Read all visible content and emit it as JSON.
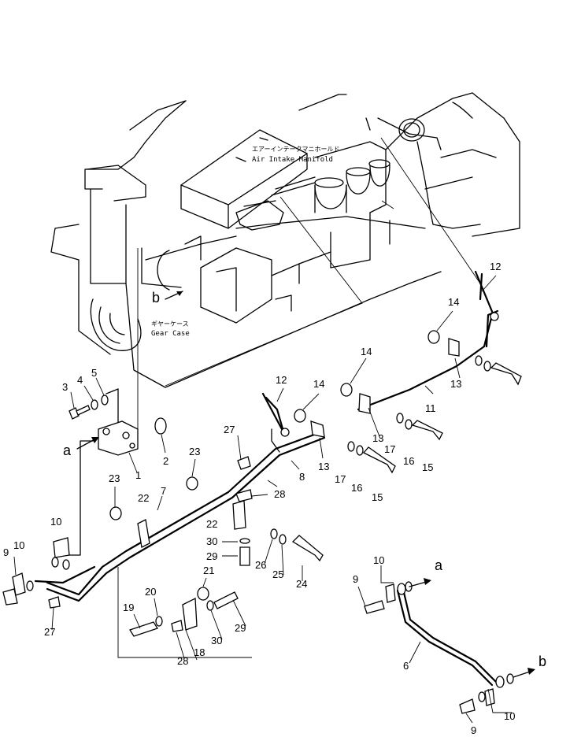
{
  "labels": {
    "air_intake_jp": "エアーインテークマニホールド",
    "air_intake_en": "Air Intake Manifold",
    "gear_case_jp": "ギヤーケース",
    "gear_case_en": "Gear Case",
    "ref_a": "a",
    "ref_b": "b"
  },
  "callouts": {
    "c1": "1",
    "c2": "2",
    "c3": "3",
    "c4": "4",
    "c5": "5",
    "c6": "6",
    "c7": "7",
    "c8": "8",
    "c9a": "9",
    "c9b": "9",
    "c9c": "9",
    "c10a": "10",
    "c10b": "10",
    "c10c": "10",
    "c10d": "10",
    "c11": "11",
    "c12a": "12",
    "c12b": "12",
    "c13a": "13",
    "c13b": "13",
    "c13c": "13",
    "c14a": "14",
    "c14b": "14",
    "c14c": "14",
    "c15a": "15",
    "c15b": "15",
    "c16a": "16",
    "c16b": "16",
    "c17a": "17",
    "c17b": "17",
    "c18": "18",
    "c19": "19",
    "c20": "20",
    "c21": "21",
    "c22a": "22",
    "c22b": "22",
    "c23a": "23",
    "c23b": "23",
    "c24": "24",
    "c25": "25",
    "c26": "26",
    "c27a": "27",
    "c27b": "27",
    "c28a": "28",
    "c28b": "28",
    "c29a": "29",
    "c29b": "29",
    "c30a": "30",
    "c30b": "30"
  },
  "colors": {
    "ink": "#000000",
    "paper": "#ffffff"
  }
}
